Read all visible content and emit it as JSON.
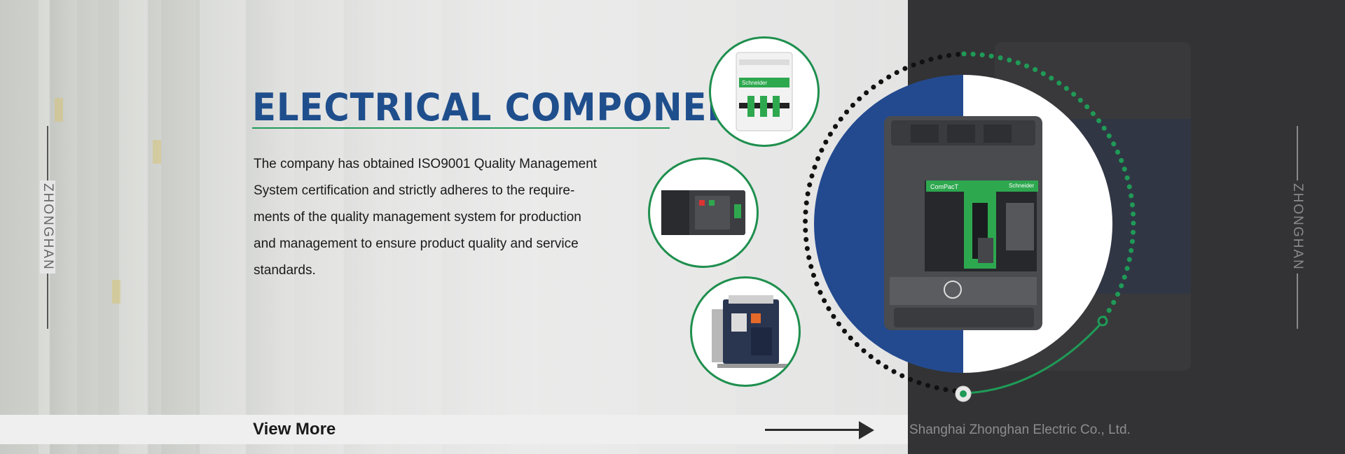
{
  "side_label": "ZHONGHAN",
  "heading": "ELECTRICAL COMPONENTS",
  "description_lines": [
    "The company has obtained ISO9001 Quality Management",
    "System certification and strictly adheres to the require-",
    "ments of the quality management system for production",
    "and management to ensure product quality and service",
    "standards."
  ],
  "view_more": "View More",
  "company_name": "Shanghai Zhonghan Electric Co., Ltd.",
  "product_labels": {
    "miniature_brand": "Schneider",
    "breaker_series": "ComPacT",
    "breaker_brand": "Schneider"
  },
  "colors": {
    "title_blue": "#1f4e8c",
    "accent_green": "#1f9a57",
    "circle_blue": "#234a8f",
    "dark_panel": "#333335"
  },
  "icons": [
    "arrow-right-icon"
  ]
}
